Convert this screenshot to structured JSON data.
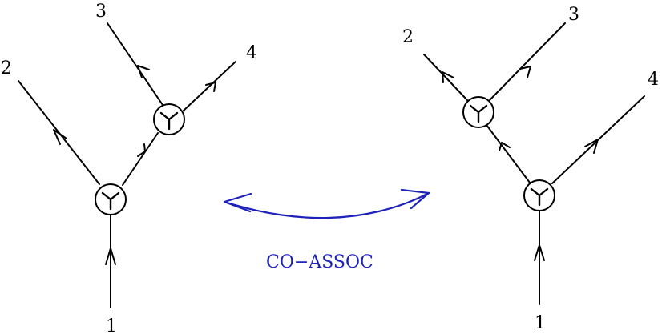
{
  "colors": {
    "lines": "#000000",
    "relation": "#1f22b8",
    "background": "#ffffff"
  },
  "left_tree": {
    "labels": {
      "input": "1",
      "out_a": "2",
      "out_b": "3",
      "out_c": "4"
    },
    "vertex_icon": "trivalent-vertex-icon"
  },
  "right_tree": {
    "labels": {
      "input": "1",
      "out_a": "2",
      "out_b": "3",
      "out_c": "4"
    },
    "vertex_icon": "trivalent-vertex-icon"
  },
  "relation": {
    "label": "CO−ASSOC",
    "icon": "double-headed-curved-arrow"
  }
}
